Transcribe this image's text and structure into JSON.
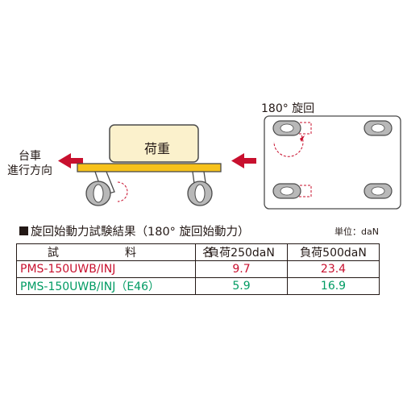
{
  "diagram": {
    "direction_label_line1": "台車",
    "direction_label_line2": "進行方向",
    "load_label": "荷重",
    "rotation_label": "180°  旋回"
  },
  "results": {
    "title": "旋回始動力試験結果（180°  旋回始動力）",
    "unit": "単位：daN",
    "headers": [
      "試　料　名",
      "負荷250daN",
      "負荷500daN"
    ],
    "rows": [
      {
        "name": "PMS-150UWB/INJ",
        "v250": "9.7",
        "v500": "23.4"
      },
      {
        "name": "PMS-150UWB/INJ（E46）",
        "v250": "5.9",
        "v500": "16.9"
      }
    ]
  },
  "colors": {
    "arrow_red": "#c8102e",
    "row1_red": "#c8102e",
    "row2_green": "#009b63",
    "load_fill": "#fbf1cc",
    "platform_yellow": "#f7c21b"
  }
}
